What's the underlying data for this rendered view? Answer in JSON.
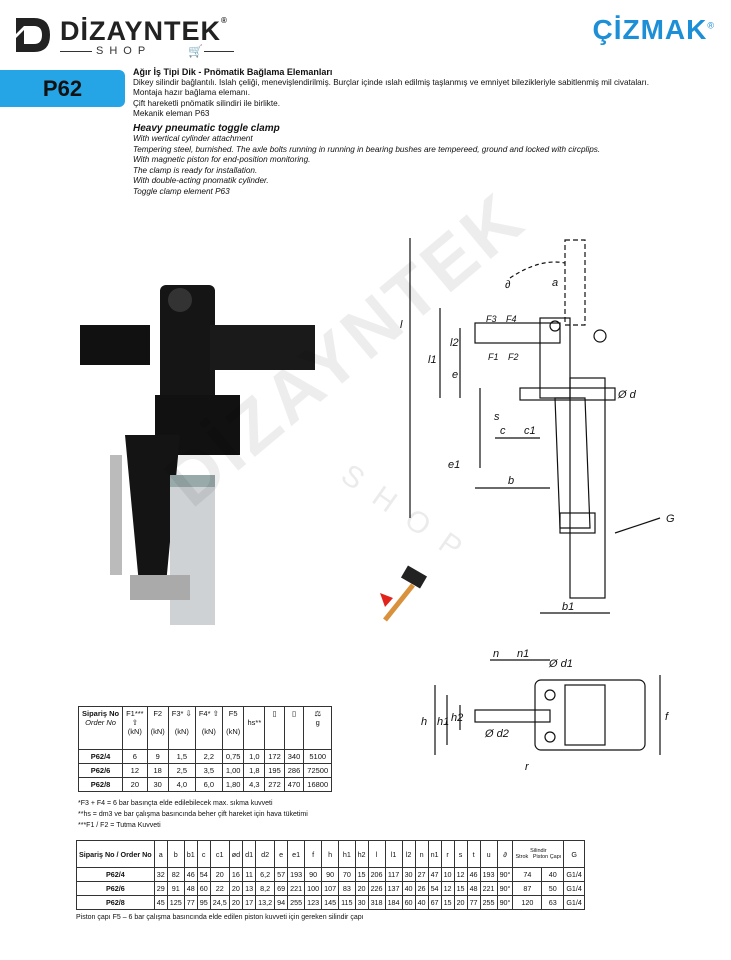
{
  "header": {
    "brand": "DİZAYNTEK",
    "brand_sub": "SHOP",
    "reg": "®",
    "cizmak": "ÇİZMAK",
    "cizmak_reg": "®"
  },
  "product": {
    "code": "P62",
    "tr_title": "Ağır İş Tipi Dik - Pnömatik Bağlama Elemanları",
    "tr_lines": [
      "Dikey silindir bağlantılı. Islah çeliği, menevişlendirilmiş. Burçlar içinde ıslah edilmiş taşlanmış ve emniyet bilezikleriyle sabitlenmiş mil civataları.",
      "Montaja hazır bağlama elemanı.",
      "Çift hareketli pnömatik silindiri ile birlikte.",
      "Mekanik eleman P63"
    ],
    "en_title": "Heavy pneumatic toggle clamp",
    "en_lines": [
      "With wertical cylinder attachment",
      "Tempering steel, burnished. The axle bolts running in running in bearing bushes are tempereed,  ground and locked with circplips.",
      "With magnetic piston for end-position monitoring.",
      "The clamp is ready for installation.",
      "With double-acting pnomatik cylinder.",
      "Toggle clamp element P63"
    ]
  },
  "drawing_labels": {
    "l": "l",
    "l1": "l1",
    "l2": "l2",
    "e": "e",
    "e1": "e1",
    "s": "s",
    "a": "a",
    "d": "Ø d",
    "c": "c",
    "c1": "c1",
    "b": "b",
    "b1": "b1",
    "G": "G",
    "F3": "F3",
    "F4": "F4",
    "F1": "F1",
    "F2": "F2",
    "angle": "∂",
    "n": "n",
    "n1": "n1",
    "d1": "Ø d1",
    "d2": "Ø d2",
    "h": "h",
    "h1": "h1",
    "h2": "h2",
    "f": "f",
    "r": "r"
  },
  "table1": {
    "headers": [
      "Sipariş No",
      "Order No",
      "F1***",
      "F2",
      "(kN)",
      "(kN)",
      "F3*",
      "F4*",
      "(kN)",
      "(kN)",
      "F5",
      "(kN)",
      "hs**",
      "g"
    ],
    "rows": [
      [
        "P62/4",
        "6",
        "9",
        "1,5",
        "2,2",
        "0,75",
        "1,0",
        "172",
        "340",
        "5100"
      ],
      [
        "P62/6",
        "12",
        "18",
        "2,5",
        "3,5",
        "1,00",
        "1,8",
        "195",
        "286",
        "72500"
      ],
      [
        "P62/8",
        "20",
        "30",
        "4,0",
        "6,0",
        "1,80",
        "4,3",
        "272",
        "470",
        "16800"
      ]
    ]
  },
  "notes": [
    "*F3 + F4 = 6 bar basınçta elde edilebilecek max. sıkma kuvveti",
    "**hs = dm3 ve  bar çalışma basıncında beher çift hareket için hava tüketimi",
    "***F1 / F2 = Tutma Kuvveti"
  ],
  "table2": {
    "headers": [
      "Sipariş No / Order No",
      "a",
      "b",
      "b1",
      "c",
      "c1",
      "ød",
      "d1",
      "d2",
      "e",
      "e1",
      "f",
      "h",
      "h1",
      "h2",
      "l",
      "l1",
      "l2",
      "n",
      "n1",
      "r",
      "s",
      "t",
      "u",
      "∂",
      "Silindir",
      "Strok",
      "Piston Çapı",
      "G"
    ],
    "rows": [
      [
        "P62/4",
        "32",
        "82",
        "46",
        "54",
        "20",
        "16",
        "11",
        "6,2",
        "57",
        "193",
        "90",
        "90",
        "70",
        "15",
        "206",
        "117",
        "30",
        "27",
        "47",
        "10",
        "12",
        "46",
        "193",
        "90°",
        "74",
        "40",
        "G1/4"
      ],
      [
        "P62/6",
        "29",
        "91",
        "48",
        "60",
        "22",
        "20",
        "13",
        "8,2",
        "69",
        "221",
        "100",
        "107",
        "83",
        "20",
        "226",
        "137",
        "40",
        "26",
        "54",
        "12",
        "15",
        "48",
        "221",
        "90°",
        "87",
        "50",
        "G1/4"
      ],
      [
        "P62/8",
        "45",
        "125",
        "77",
        "95",
        "24,5",
        "20",
        "17",
        "13,2",
        "94",
        "255",
        "123",
        "145",
        "115",
        "30",
        "318",
        "184",
        "60",
        "40",
        "67",
        "15",
        "20",
        "77",
        "255",
        "90°",
        "120",
        "63",
        "G1/4"
      ]
    ]
  },
  "footnote": "Piston çapı F5 – 6 bar çalışma basıncında elde edilen piston kuvveti için gereken silindir çapı"
}
